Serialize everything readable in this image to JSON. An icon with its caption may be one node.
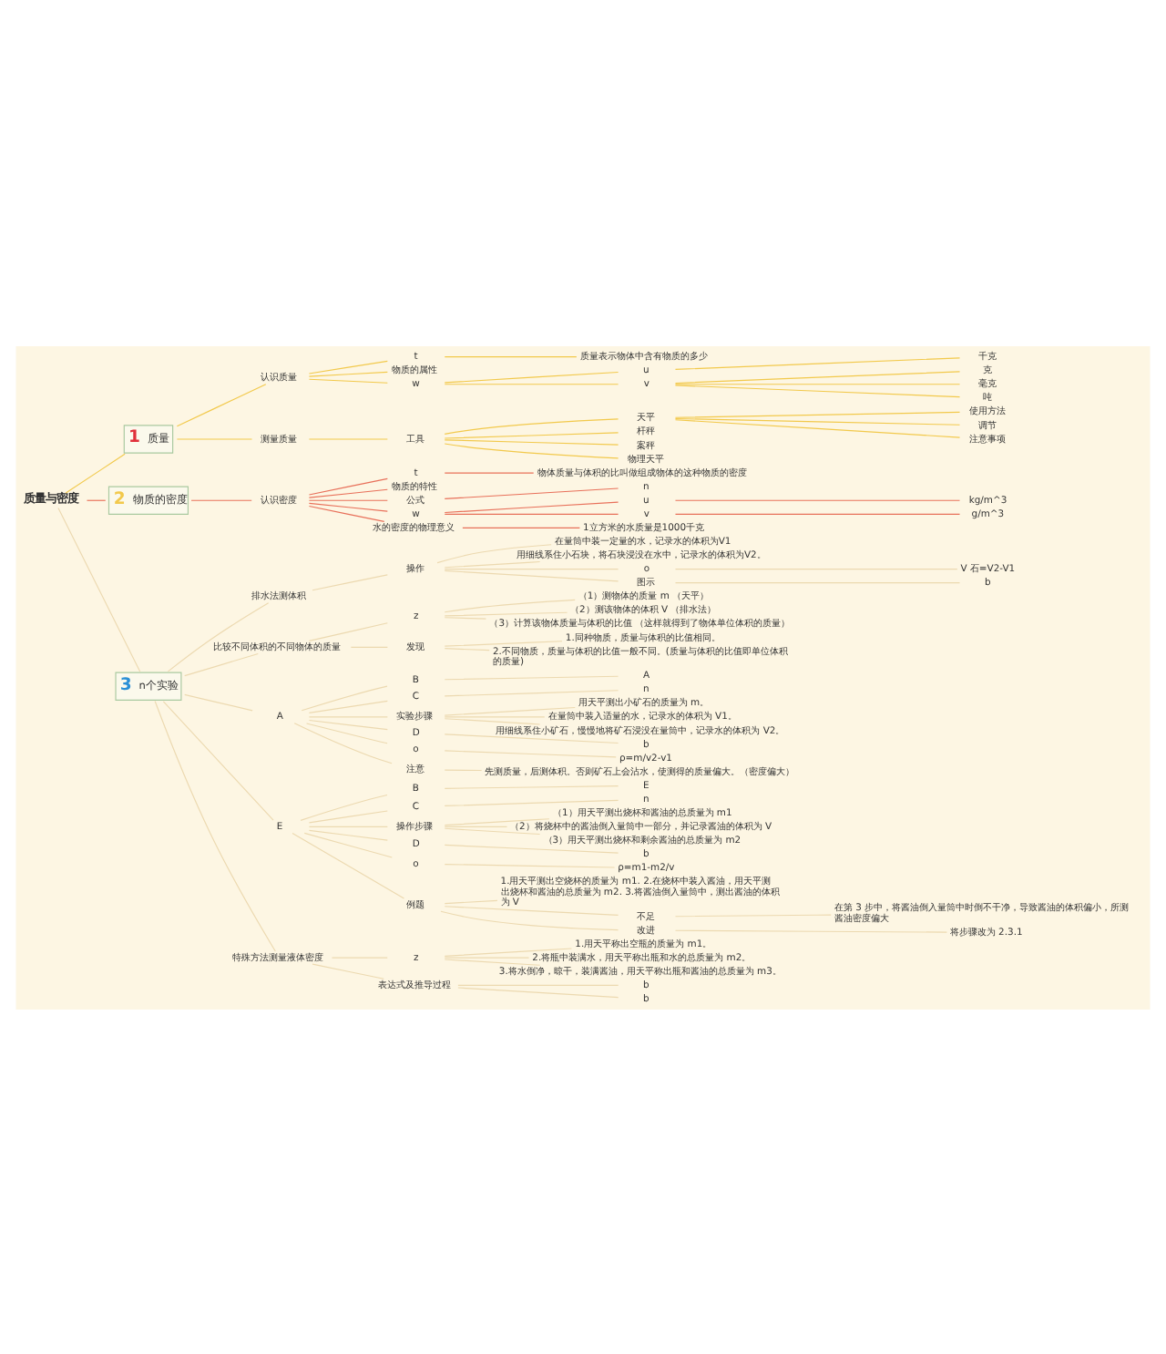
{
  "diagram": {
    "nodes": [
      {
        "text": [
          "质量与密度"
        ]
      },
      {
        "text": [
          "1",
          "质量"
        ]
      },
      {
        "text": [
          "认识质量"
        ]
      },
      {
        "text": [
          "t"
        ]
      },
      {
        "text": [
          "质量表示物体中含有物质的多少"
        ]
      },
      {
        "text": [
          "物质的属性"
        ]
      },
      {
        "text": [
          "w"
        ]
      },
      {
        "text": [
          "u"
        ]
      },
      {
        "text": [
          "千克"
        ]
      },
      {
        "text": [
          "v"
        ]
      },
      {
        "text": [
          "克"
        ]
      },
      {
        "text": [
          "毫克"
        ]
      },
      {
        "text": [
          "吨"
        ]
      },
      {
        "text": [
          "测量质量"
        ]
      },
      {
        "text": [
          "工具"
        ]
      },
      {
        "text": [
          "天平"
        ]
      },
      {
        "text": [
          "使用方法"
        ]
      },
      {
        "text": [
          "调节"
        ]
      },
      {
        "text": [
          "注意事项"
        ]
      },
      {
        "text": [
          "杆秤"
        ]
      },
      {
        "text": [
          "案秤"
        ]
      },
      {
        "text": [
          "物理天平"
        ]
      },
      {
        "text": [
          "2",
          "物质的密度"
        ]
      },
      {
        "text": [
          "认识密度"
        ]
      },
      {
        "text": [
          "t"
        ]
      },
      {
        "text": [
          "物体质量与体积的比叫做组成物体的这种物质的密度"
        ]
      },
      {
        "text": [
          "物质的特性"
        ]
      },
      {
        "text": [
          "公式"
        ]
      },
      {
        "text": [
          "n"
        ]
      },
      {
        "text": [
          "w"
        ]
      },
      {
        "text": [
          "u"
        ]
      },
      {
        "text": [
          "kg/m^3"
        ]
      },
      {
        "text": [
          "v"
        ]
      },
      {
        "text": [
          "g/m^3"
        ]
      },
      {
        "text": [
          "水的密度的物理意义"
        ]
      },
      {
        "text": [
          "1立方米的水质量是1000千克"
        ]
      },
      {
        "text": [
          "3",
          "n个实验"
        ]
      },
      {
        "text": [
          "排水法测体积"
        ]
      },
      {
        "text": [
          "操作"
        ]
      },
      {
        "text": [
          "在量筒中装一定量的水，记录水的体积为V1"
        ]
      },
      {
        "text": [
          "用细线系住小石块，将石块浸没在水中，记录水的体积为V2。"
        ]
      },
      {
        "text": [
          "o"
        ]
      },
      {
        "text": [
          "V 石=V2-V1"
        ]
      },
      {
        "text": [
          "图示"
        ]
      },
      {
        "text": [
          "b"
        ]
      },
      {
        "text": [
          "比较不同体积的不同物体的质量"
        ]
      },
      {
        "text": [
          "z"
        ]
      },
      {
        "text": [
          "（1）测物体的质量 m （天平）"
        ]
      },
      {
        "text": [
          "（2）测该物体的体积 V （排水法）"
        ]
      },
      {
        "text": [
          "（3）计算该物体质量与体积的比值 （这样就得到了物体单位体积的质量）"
        ]
      },
      {
        "text": [
          "发现"
        ]
      },
      {
        "text": [
          "1.同种物质，质量与体积的比值相同。"
        ]
      },
      {
        "text": [
          "2.不同物质，质量与体积的比值一般不同。(质量与体积的比值即单位体积的质量)"
        ]
      },
      {
        "text": [
          "A"
        ]
      },
      {
        "text": [
          "B"
        ]
      },
      {
        "text": [
          "A"
        ]
      },
      {
        "text": [
          "C"
        ]
      },
      {
        "text": [
          "n"
        ]
      },
      {
        "text": [
          "实验步骤"
        ]
      },
      {
        "text": [
          "用天平测出小矿石的质量为 m。"
        ]
      },
      {
        "text": [
          "在量筒中装入适量的水，记录水的体积为 V1。"
        ]
      },
      {
        "text": [
          "用细线系住小矿石，慢慢地将矿石浸没在量筒中，记录水的体积为 V2。"
        ]
      },
      {
        "text": [
          "D"
        ]
      },
      {
        "text": [
          "b"
        ]
      },
      {
        "text": [
          "o"
        ]
      },
      {
        "text": [
          "ρ=m/v2-v1"
        ]
      },
      {
        "text": [
          "注意"
        ]
      },
      {
        "text": [
          "先测质量，后测体积。否则矿石上会沾水，使测得的质量偏大。（密度偏大）"
        ]
      },
      {
        "text": [
          "E"
        ]
      },
      {
        "text": [
          "B"
        ]
      },
      {
        "text": [
          "E"
        ]
      },
      {
        "text": [
          "C"
        ]
      },
      {
        "text": [
          "n"
        ]
      },
      {
        "text": [
          "操作步骤"
        ]
      },
      {
        "text": [
          "（1）用天平测出烧杯和酱油的总质量为 m1"
        ]
      },
      {
        "text": [
          "（2）将烧杯中的酱油倒入量筒中一部分，并记录酱油的体积为 V"
        ]
      },
      {
        "text": [
          "（3）用天平测出烧杯和剩余酱油的总质量为 m2"
        ]
      },
      {
        "text": [
          "D"
        ]
      },
      {
        "text": [
          "b"
        ]
      },
      {
        "text": [
          "o"
        ]
      },
      {
        "text": [
          "ρ=m1-m2/v"
        ]
      },
      {
        "text": [
          "例题"
        ]
      },
      {
        "text": [
          "1.用天平测出空烧杯的质量为 m1. 2.在烧杯中装入酱油，用天平测出烧杯和酱油的总质量为 m2. 3.将酱油倒入量筒中，测出酱油的体积为 V"
        ]
      },
      {
        "text": [
          "不足"
        ]
      },
      {
        "text": [
          "在第 3 步中，将酱油倒入量筒中时倒不干净，导致酱油的体积偏小，所测酱油密度偏大"
        ]
      },
      {
        "text": [
          "改进"
        ]
      },
      {
        "text": [
          "将步骤改为 2.3.1"
        ]
      },
      {
        "text": [
          "特殊方法测量液体密度"
        ]
      },
      {
        "text": [
          "z"
        ]
      },
      {
        "text": [
          "1.用天平称出空瓶的质量为 m1。"
        ]
      },
      {
        "text": [
          "2.将瓶中装满水，用天平称出瓶和水的总质量为 m2。"
        ]
      },
      {
        "text": [
          "3.将水倒净，晾干，装满酱油，用天平称出瓶和酱油的总质量为 m3。"
        ]
      },
      {
        "text": [
          "表达式及推导过程"
        ]
      },
      {
        "text": [
          "b"
        ]
      },
      {
        "text": [
          "b"
        ]
      }
    ],
    "edges": [
      {
        "from": 0,
        "to": 1,
        "arrow": "none",
        "color": "#f2c94c"
      },
      {
        "from": 1,
        "to": 2,
        "arrow": "none",
        "color": "#f2c94c"
      },
      {
        "from": 2,
        "to": 3,
        "arrow": "none",
        "color": "#f2c94c"
      },
      {
        "from": 3,
        "to": 4,
        "arrow": "none",
        "color": "#f2c94c"
      },
      {
        "from": 2,
        "to": 5,
        "arrow": "none",
        "color": "#f2c94c"
      },
      {
        "from": 2,
        "to": 6,
        "arrow": "none",
        "color": "#f2c94c"
      },
      {
        "from": 6,
        "to": 7,
        "arrow": "none",
        "color": "#f2c94c"
      },
      {
        "from": 7,
        "to": 8,
        "arrow": "none",
        "color": "#f2c94c"
      },
      {
        "from": 6,
        "to": 9,
        "arrow": "none",
        "color": "#f2c94c"
      },
      {
        "from": 9,
        "to": 10,
        "arrow": "none",
        "color": "#f2c94c"
      },
      {
        "from": 9,
        "to": 11,
        "arrow": "none",
        "color": "#f2c94c"
      },
      {
        "from": 9,
        "to": 12,
        "arrow": "none",
        "color": "#f2c94c"
      },
      {
        "from": 1,
        "to": 13,
        "arrow": "none",
        "color": "#f2c94c"
      },
      {
        "from": 13,
        "to": 14,
        "arrow": "none",
        "color": "#f2c94c"
      },
      {
        "from": 14,
        "to": 15,
        "arrow": "none",
        "color": "#f2c94c"
      },
      {
        "from": 15,
        "to": 16,
        "arrow": "none",
        "color": "#f2c94c"
      },
      {
        "from": 15,
        "to": 17,
        "arrow": "none",
        "color": "#f2c94c"
      },
      {
        "from": 15,
        "to": 18,
        "arrow": "none",
        "color": "#f2c94c"
      },
      {
        "from": 14,
        "to": 19,
        "arrow": "none",
        "color": "#f2c94c"
      },
      {
        "from": 14,
        "to": 20,
        "arrow": "none",
        "color": "#f2c94c"
      },
      {
        "from": 14,
        "to": 21,
        "arrow": "none",
        "color": "#f2c94c"
      },
      {
        "from": 0,
        "to": 22,
        "arrow": "none",
        "color": "#e8705a"
      },
      {
        "from": 22,
        "to": 23,
        "arrow": "none",
        "color": "#e8705a"
      },
      {
        "from": 23,
        "to": 24,
        "arrow": "none",
        "color": "#e8705a"
      },
      {
        "from": 24,
        "to": 25,
        "arrow": "none",
        "color": "#e8705a"
      },
      {
        "from": 23,
        "to": 26,
        "arrow": "none",
        "color": "#e8705a"
      },
      {
        "from": 23,
        "to": 27,
        "arrow": "none",
        "color": "#e8705a"
      },
      {
        "from": 27,
        "to": 28,
        "arrow": "none",
        "color": "#e8705a"
      },
      {
        "from": 23,
        "to": 29,
        "arrow": "none",
        "color": "#e8705a"
      },
      {
        "from": 29,
        "to": 30,
        "arrow": "none",
        "color": "#e8705a"
      },
      {
        "from": 30,
        "to": 31,
        "arrow": "none",
        "color": "#e8705a"
      },
      {
        "from": 29,
        "to": 32,
        "arrow": "none",
        "color": "#e8705a"
      },
      {
        "from": 32,
        "to": 33,
        "arrow": "none",
        "color": "#e8705a"
      },
      {
        "from": 23,
        "to": 34,
        "arrow": "none",
        "color": "#e8705a"
      },
      {
        "from": 34,
        "to": 35,
        "arrow": "none",
        "color": "#e8705a"
      },
      {
        "from": 0,
        "to": 36,
        "arrow": "none"
      },
      {
        "from": 36,
        "to": 37,
        "arrow": "none"
      },
      {
        "from": 37,
        "to": 38,
        "arrow": "none"
      },
      {
        "from": 38,
        "to": 39,
        "arrow": "none"
      },
      {
        "from": 38,
        "to": 40,
        "arrow": "none"
      },
      {
        "from": 38,
        "to": 41,
        "arrow": "none"
      },
      {
        "from": 41,
        "to": 42,
        "arrow": "none"
      },
      {
        "from": 38,
        "to": 43,
        "arrow": "none"
      },
      {
        "from": 43,
        "to": 44,
        "arrow": "none"
      },
      {
        "from": 36,
        "to": 45,
        "arrow": "none"
      },
      {
        "from": 45,
        "to": 46,
        "arrow": "none"
      },
      {
        "from": 46,
        "to": 47,
        "arrow": "none"
      },
      {
        "from": 46,
        "to": 48,
        "arrow": "none"
      },
      {
        "from": 46,
        "to": 49,
        "arrow": "none"
      },
      {
        "from": 45,
        "to": 50,
        "arrow": "none"
      },
      {
        "from": 50,
        "to": 51,
        "arrow": "none"
      },
      {
        "from": 50,
        "to": 52,
        "arrow": "none"
      },
      {
        "from": 36,
        "to": 53,
        "arrow": "none"
      },
      {
        "from": 53,
        "to": 54,
        "arrow": "none"
      },
      {
        "from": 54,
        "to": 55,
        "arrow": "none"
      },
      {
        "from": 53,
        "to": 56,
        "arrow": "none"
      },
      {
        "from": 56,
        "to": 57,
        "arrow": "none"
      },
      {
        "from": 53,
        "to": 58,
        "arrow": "none"
      },
      {
        "from": 58,
        "to": 59,
        "arrow": "none"
      },
      {
        "from": 58,
        "to": 60,
        "arrow": "none"
      },
      {
        "from": 58,
        "to": 61,
        "arrow": "none"
      },
      {
        "from": 53,
        "to": 62,
        "arrow": "none"
      },
      {
        "from": 62,
        "to": 63,
        "arrow": "none"
      },
      {
        "from": 53,
        "to": 64,
        "arrow": "none"
      },
      {
        "from": 64,
        "to": 65,
        "arrow": "none"
      },
      {
        "from": 53,
        "to": 66,
        "arrow": "none"
      },
      {
        "from": 66,
        "to": 67,
        "arrow": "none"
      },
      {
        "from": 36,
        "to": 68,
        "arrow": "none"
      },
      {
        "from": 68,
        "to": 69,
        "arrow": "none"
      },
      {
        "from": 69,
        "to": 70,
        "arrow": "none"
      },
      {
        "from": 68,
        "to": 71,
        "arrow": "none"
      },
      {
        "from": 71,
        "to": 72,
        "arrow": "none"
      },
      {
        "from": 68,
        "to": 73,
        "arrow": "none"
      },
      {
        "from": 73,
        "to": 74,
        "arrow": "none"
      },
      {
        "from": 73,
        "to": 75,
        "arrow": "none"
      },
      {
        "from": 73,
        "to": 76,
        "arrow": "none"
      },
      {
        "from": 68,
        "to": 77,
        "arrow": "none"
      },
      {
        "from": 77,
        "to": 78,
        "arrow": "none"
      },
      {
        "from": 68,
        "to": 79,
        "arrow": "none"
      },
      {
        "from": 79,
        "to": 80,
        "arrow": "none"
      },
      {
        "from": 68,
        "to": 81,
        "arrow": "none"
      },
      {
        "from": 81,
        "to": 82,
        "arrow": "none"
      },
      {
        "from": 81,
        "to": 83,
        "arrow": "none"
      },
      {
        "from": 83,
        "to": 84,
        "arrow": "none"
      },
      {
        "from": 81,
        "to": 85,
        "arrow": "none"
      },
      {
        "from": 85,
        "to": 86,
        "arrow": "none"
      },
      {
        "from": 36,
        "to": 87,
        "arrow": "none"
      },
      {
        "from": 87,
        "to": 88,
        "arrow": "none"
      },
      {
        "from": 88,
        "to": 89,
        "arrow": "none"
      },
      {
        "from": 88,
        "to": 90,
        "arrow": "none"
      },
      {
        "from": 88,
        "to": 91,
        "arrow": "none"
      },
      {
        "from": 87,
        "to": 92,
        "arrow": "none"
      },
      {
        "from": 92,
        "to": 93,
        "arrow": "none"
      },
      {
        "from": 92,
        "to": 94,
        "arrow": "none"
      }
    ]
  }
}
